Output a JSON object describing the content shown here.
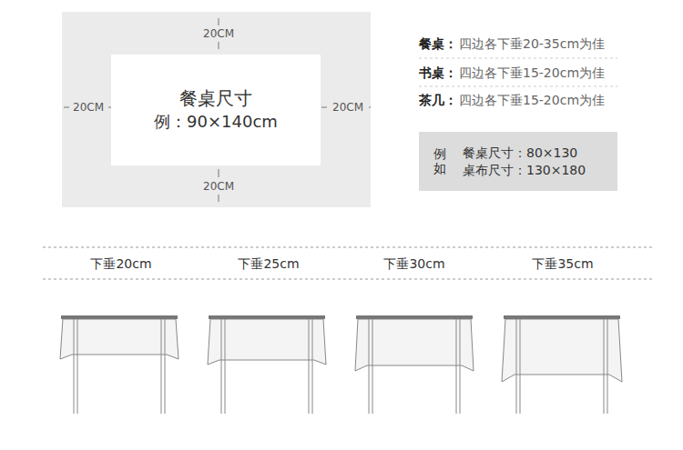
{
  "diagram": {
    "nodes": [
      {
        "text": [
          "餐桌尺寸",
          "例：90×140cm"
        ]
      },
      {
        "text": [
          "例如",
          "餐桌尺寸：80×130",
          "桌布尺寸：130×180"
        ]
      }
    ],
    "labels": [
      "20CM",
      "20CM",
      "20CM",
      "20CM",
      "餐桌：",
      "四边各下垂20-35cm为佳",
      "书桌：",
      "四边各下垂15-20cm为佳",
      "茶几：",
      "四边各下垂15-20cm为佳",
      "下垂20cm",
      "下垂25cm",
      "下垂30cm",
      "下垂35cm"
    ]
  }
}
